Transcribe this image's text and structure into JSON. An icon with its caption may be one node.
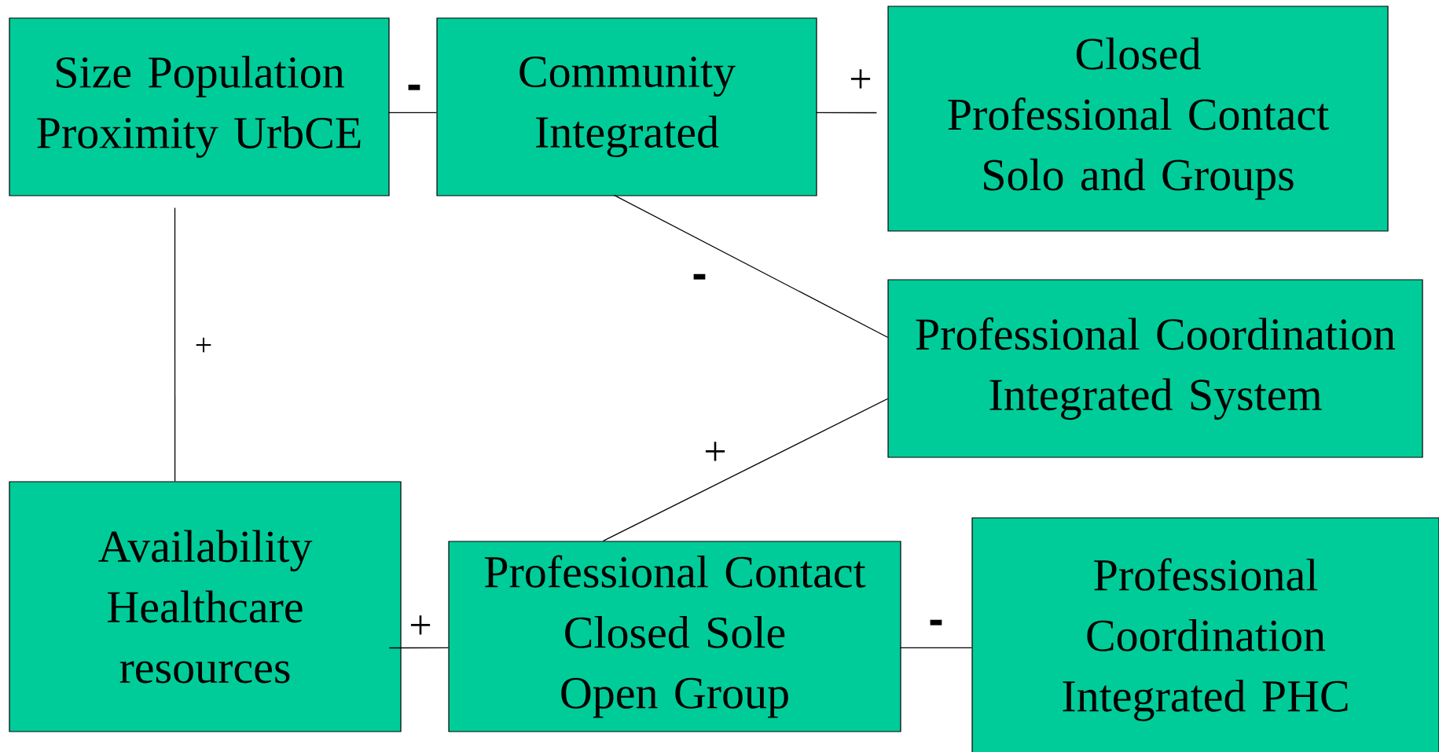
{
  "diagram": {
    "nodes": [
      {
        "text": [
          "Size Population Proximity UrbCE"
        ]
      },
      {
        "text": [
          "Community Integrated"
        ]
      },
      {
        "text": [
          "Closed Professional Contact Solo and Groups"
        ]
      },
      {
        "text": [
          "Professional Coordination Integrated System"
        ]
      },
      {
        "text": [
          "Availability Healthcare resources"
        ]
      },
      {
        "text": [
          "Professional Contact Closed Sole Open Group"
        ]
      },
      {
        "text": [
          "Professional Coordination Integrated PHC"
        ]
      }
    ],
    "edges": [
      {
        "from": 0,
        "to": 1,
        "arrow": "none",
        "label": "-"
      },
      {
        "from": 1,
        "to": 2,
        "arrow": "none",
        "label": "+"
      },
      {
        "from": 1,
        "to": 3,
        "arrow": "none",
        "label": "-"
      },
      {
        "from": 0,
        "to": 4,
        "arrow": "none",
        "label": "+"
      },
      {
        "from": 4,
        "to": 5,
        "arrow": "none",
        "label": "+"
      },
      {
        "from": 5,
        "to": 3,
        "arrow": "none",
        "label": "+"
      },
      {
        "from": 5,
        "to": 6,
        "arrow": "none",
        "label": "-"
      }
    ]
  }
}
